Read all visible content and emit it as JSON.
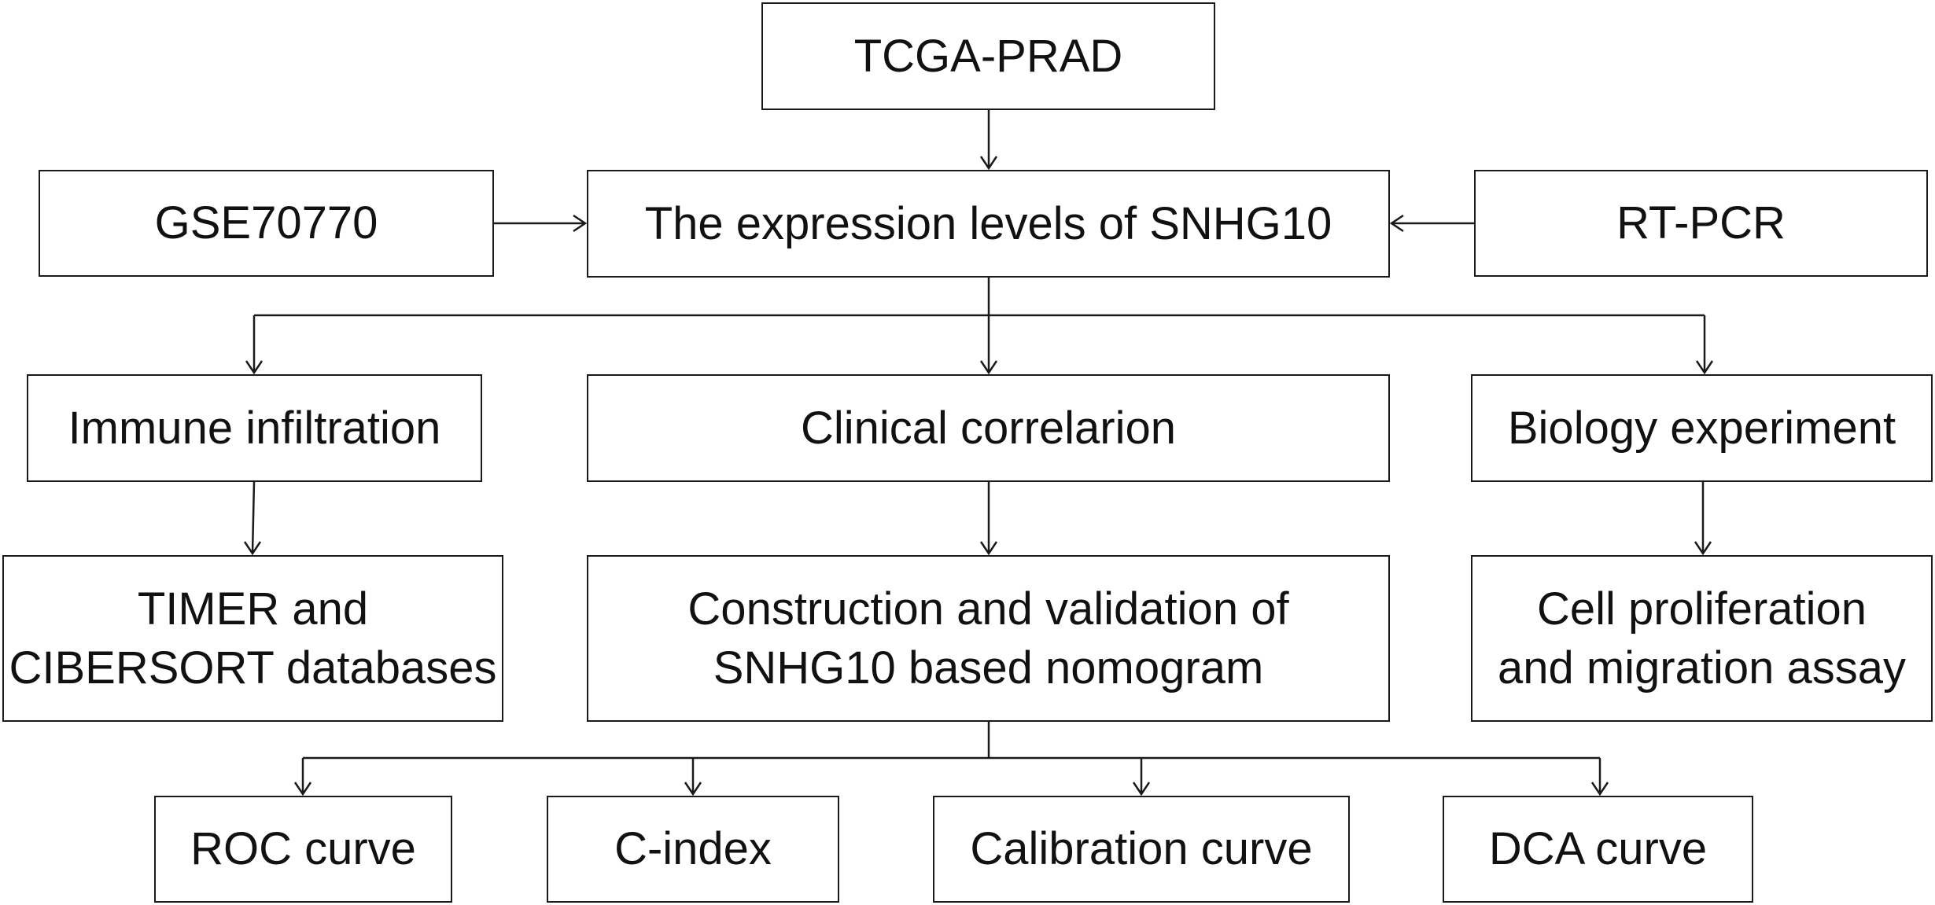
{
  "diagram": {
    "nodes": {
      "tcga": "TCGA-PRAD",
      "gse": "GSE70770",
      "expression": "The expression levels of SNHG10",
      "rtpcr": "RT-PCR",
      "immune": "Immune infiltration",
      "clinical": "Clinical correlarion",
      "biology": "Biology experiment",
      "timer": "TIMER and\nCIBERSORT databases",
      "construction": "Construction and validation of\nSNHG10 based nomogram",
      "cell": "Cell proliferation\nand migration assay",
      "roc": "ROC curve",
      "cindex": "C-index",
      "calibration": "Calibration curve",
      "dca": "DCA curve"
    },
    "edges": [
      {
        "from": "tcga",
        "to": "expression"
      },
      {
        "from": "gse",
        "to": "expression"
      },
      {
        "from": "rtpcr",
        "to": "expression"
      },
      {
        "from": "expression",
        "to": "immune"
      },
      {
        "from": "expression",
        "to": "clinical"
      },
      {
        "from": "expression",
        "to": "biology"
      },
      {
        "from": "immune",
        "to": "timer"
      },
      {
        "from": "clinical",
        "to": "construction"
      },
      {
        "from": "biology",
        "to": "cell"
      },
      {
        "from": "construction",
        "to": "roc"
      },
      {
        "from": "construction",
        "to": "cindex"
      },
      {
        "from": "construction",
        "to": "calibration"
      },
      {
        "from": "construction",
        "to": "dca"
      }
    ],
    "colors": {
      "stroke": "#1a1a1a",
      "text": "#111111",
      "background": "#ffffff"
    }
  }
}
